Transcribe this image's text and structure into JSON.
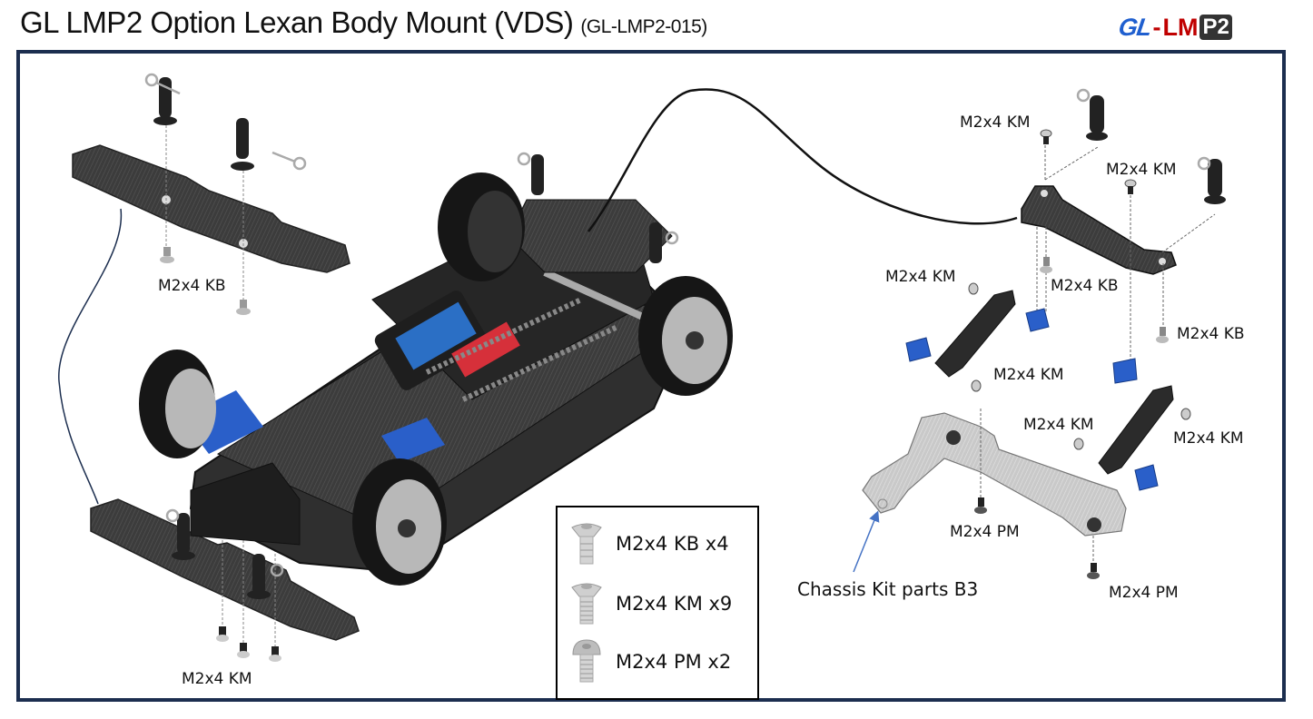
{
  "header": {
    "title": "GL LMP2 Option Lexan Body Mount (VDS)",
    "part_code": "(GL-LMP2-015)",
    "logo": {
      "gl": "GL",
      "dash": "-",
      "lm": "LM",
      "p2": "P2"
    }
  },
  "colors": {
    "frame": "#1c2e4f",
    "logo_blue": "#1f5fcf",
    "logo_red": "#c00000",
    "part_blue": "#2a5fc9",
    "carbon": "#3a3a3a",
    "callout_arrow": "#4472c4"
  },
  "callouts": {
    "left_top_kb": "M2x4 KB",
    "left_bottom_km": "M2x4 KM",
    "right_km_1": "M2x4 KM",
    "right_km_2": "M2x4 KM",
    "right_kb_1": "M2x4 KB",
    "right_km_3": "M2x4 KM",
    "right_kb_2": "M2x4 KB",
    "right_km_4": "M2x4 KM",
    "right_km_5": "M2x4 KM",
    "right_km_6": "M2x4 KM",
    "right_pm_1": "M2x4 PM",
    "right_pm_2": "M2x4 PM",
    "chassis_note": "Chassis Kit parts B3"
  },
  "legend": {
    "items": [
      {
        "icon": "flat-head-screw-icon",
        "label": "M2x4 KB x4"
      },
      {
        "icon": "flat-head-screw-icon",
        "label": "M2x4 KM x9"
      },
      {
        "icon": "button-head-screw-icon",
        "label": "M2x4 PM x2"
      }
    ]
  }
}
